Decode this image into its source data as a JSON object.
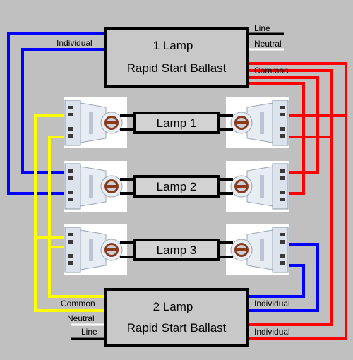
{
  "colors": {
    "background": "#c0c0c0",
    "wire_blue": "#0000ff",
    "wire_red": "#ff0000",
    "wire_yellow": "#ffff00",
    "wire_black": "#000000",
    "wire_white": "#ffffff",
    "ballast_fill": "#c8c8c8",
    "lamp_fill": "#d2d2d2"
  },
  "ballast_1": {
    "line1": "1 Lamp",
    "line2": "Rapid Start Ballast"
  },
  "ballast_2": {
    "line1": "2 Lamp",
    "line2": "Rapid Start Ballast"
  },
  "lamps": {
    "lamp_1": "Lamp 1",
    "lamp_2": "Lamp 2",
    "lamp_3": "Lamp 3"
  },
  "labels": {
    "b1_individual": "Individual",
    "b1_line": "Line",
    "b1_neutral": "Neutral",
    "b1_common": "Common",
    "b2_common": "Common",
    "b2_neutral": "Neutral",
    "b2_line": "Line",
    "b2_individual_top": "Individual",
    "b2_individual_bottom": "Individual"
  },
  "icons": {
    "lampholder": "lampholder-socket-icon"
  }
}
